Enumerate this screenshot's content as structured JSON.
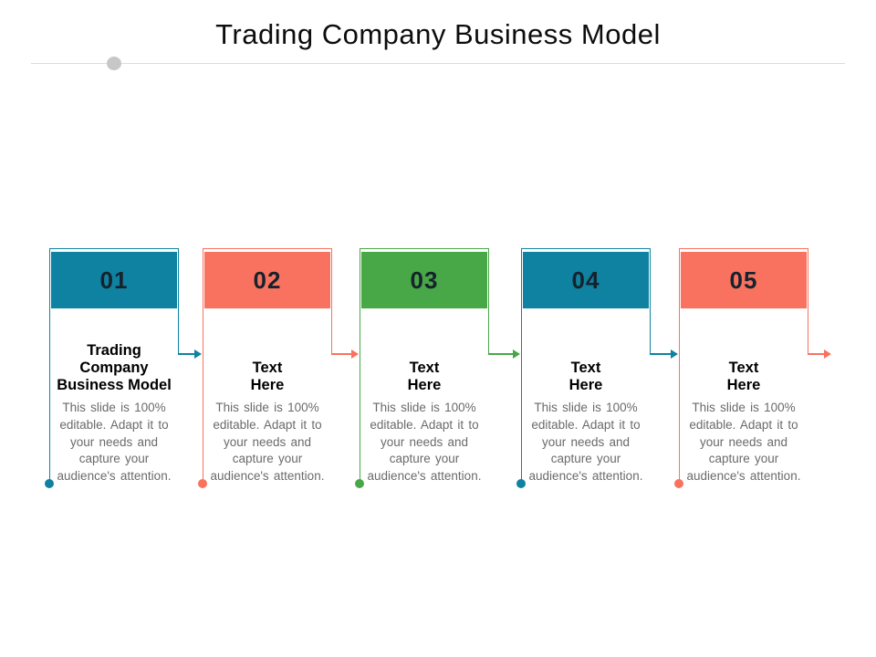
{
  "slide": {
    "title": "Trading Company Business Model"
  },
  "steps": [
    {
      "number": "01",
      "heading_lines": [
        "Trading",
        "Company",
        "Business Model"
      ],
      "body_lines": [
        "This slide is 100%",
        "editable. Adapt it to",
        "your needs and",
        "capture your",
        "audience's attention."
      ],
      "color": "#0E82A0"
    },
    {
      "number": "02",
      "heading_lines": [
        "Text",
        "Here"
      ],
      "body_lines": [
        "This slide is 100%",
        "editable. Adapt it to",
        "your needs and",
        "capture your",
        "audience's attention."
      ],
      "color": "#F8725F"
    },
    {
      "number": "03",
      "heading_lines": [
        "Text",
        "Here"
      ],
      "body_lines": [
        "This slide is 100%",
        "editable. Adapt it to",
        "your needs and",
        "capture your",
        "audience's attention."
      ],
      "color": "#48A747"
    },
    {
      "number": "04",
      "heading_lines": [
        "Text",
        "Here"
      ],
      "body_lines": [
        "This slide is 100%",
        "editable. Adapt it to",
        "your needs and",
        "capture your",
        "audience's attention."
      ],
      "color": "#0E82A0"
    },
    {
      "number": "05",
      "heading_lines": [
        "Text",
        "Here"
      ],
      "body_lines": [
        "This slide is 100%",
        "editable. Adapt it to",
        "your needs and",
        "capture your",
        "audience's attention."
      ],
      "color": "#F8725F"
    }
  ],
  "colors": {
    "teal": "#0E82A0",
    "salmon": "#F8725F",
    "green": "#48A747",
    "title_text": "#0D0D0D",
    "heading_text": "#000000",
    "number_text": "#16222C",
    "body_text": "#6A6A6A",
    "divider": "#DCDCDC",
    "divider_dot": "#C7C7C7"
  }
}
